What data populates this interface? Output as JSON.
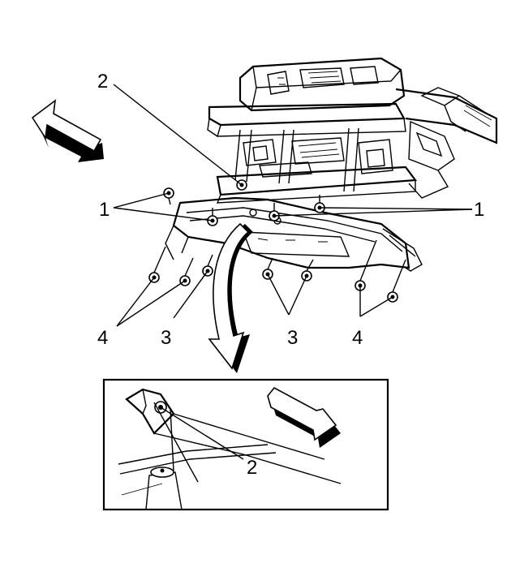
{
  "callouts": {
    "c1_left": "1",
    "c1_right": "1",
    "c2_top": "2",
    "c2_inset": "2",
    "c3_left": "3",
    "c3_right": "3",
    "c4_left": "4",
    "c4_right": "4"
  },
  "icons": {
    "front_arrow": "direction-arrow-icon",
    "inset_arrow": "direction-arrow-icon",
    "detail_arrow": "curved-arrow-icon"
  },
  "colors": {
    "line": "#000000",
    "background": "#ffffff"
  }
}
